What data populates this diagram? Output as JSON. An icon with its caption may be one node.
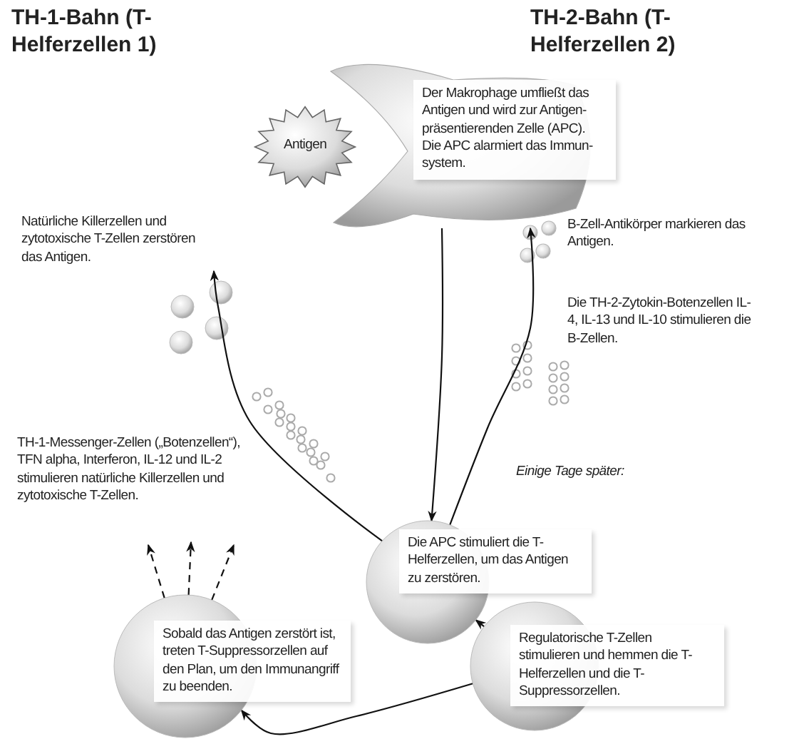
{
  "diagram": {
    "nodes": [
      {
        "text": [
          "Antigen"
        ]
      },
      {
        "text": [
          "Der Makrophage umfließt das Antigen und wird zur Antigen-präsentierenden Zelle (APC). Die APC alarmiert das Immun-system."
        ]
      },
      {
        "text": [
          "Die APC stimuliert die T-Helferzellen, um das Antigen zu zerstören."
        ]
      },
      {
        "text": [
          "Sobald das Antigen zerstört ist, treten T-Suppressorzellen auf den Plan, um den Immunangriff zu beenden."
        ]
      },
      {
        "text": [
          "Regulatorische T-Zellen stimulieren und hemmen die T-Helferzellen und die T-Suppressorzellen."
        ]
      },
      {
        "text": [
          "Natürliche Killerzellen und zytotoxische T-Zellen zerstören das Antigen."
        ]
      }
    ],
    "edges": [
      {
        "from": 1,
        "to": 2,
        "arrow": "to"
      },
      {
        "from": 2,
        "to": 1,
        "arrow": "to"
      },
      {
        "from": 2,
        "to": 5,
        "arrow": "to"
      },
      {
        "from": 4,
        "to": 2,
        "arrow": "to"
      },
      {
        "from": 4,
        "to": 3,
        "arrow": "to"
      },
      {
        "from": 3,
        "to": null,
        "arrow": "to",
        "style": "dashed"
      },
      {
        "from": 3,
        "to": null,
        "arrow": "to",
        "style": "dashed"
      },
      {
        "from": 3,
        "to": null,
        "arrow": "to",
        "style": "dashed"
      }
    ],
    "labels": [
      "TH-1-Bahn (T-Helferzellen 1)",
      "TH-2-Bahn (T-Helferzellen 2)",
      "B-Zell-Antikörper markieren das Antigen.",
      "Die TH-2-Zytokin-Botenzellen IL-4, IL-13 und IL-10 stimulieren die B-Zellen.",
      "TH-1-Messenger-Zellen („Botenzellen“), TFN alpha, Interferon, IL-12 und IL-2 stimulieren natürliche Killerzellen und zytotoxische T-Zellen.",
      "Einige Tage später:"
    ]
  }
}
